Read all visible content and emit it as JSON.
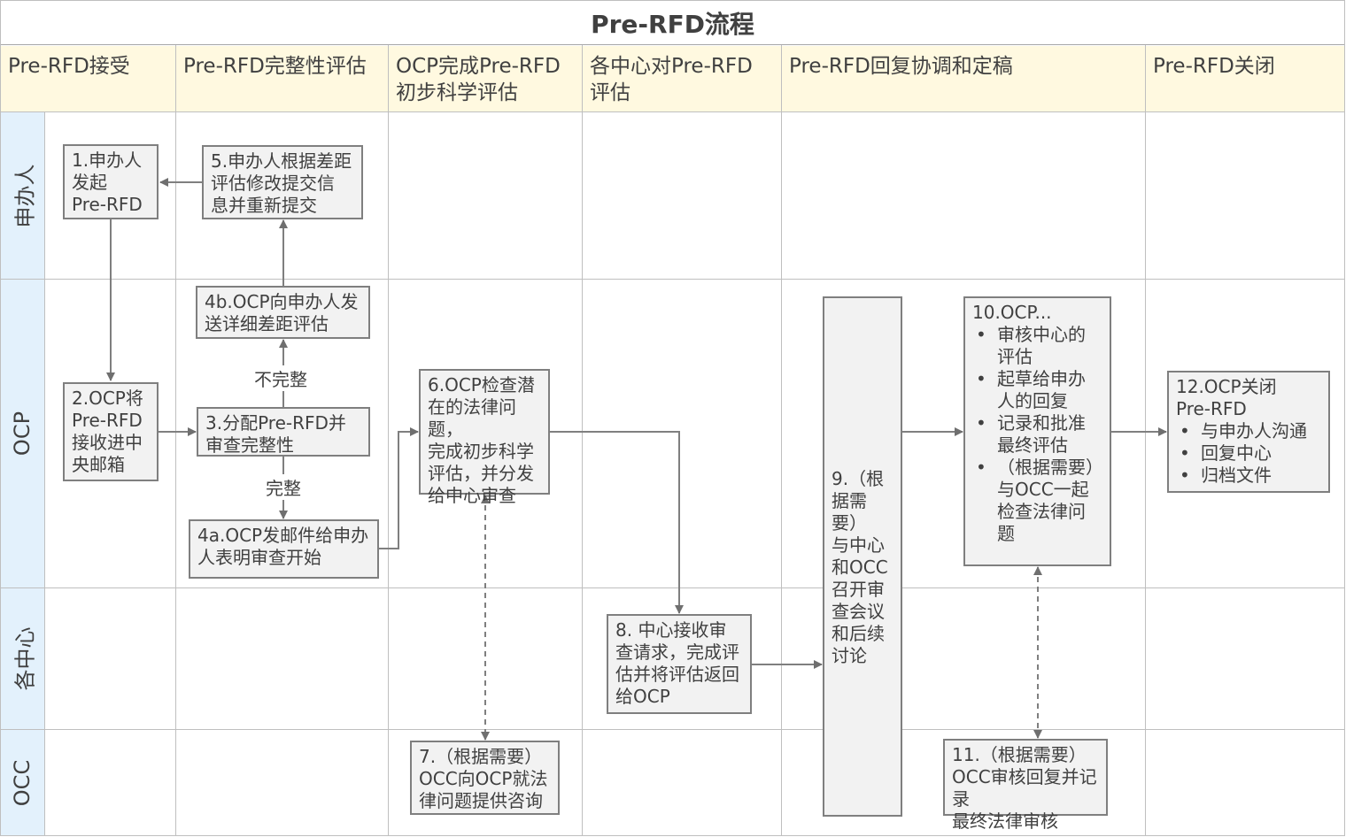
{
  "title": "Pre-RFD流程",
  "phases": [
    "Pre-RFD接受",
    "Pre-RFD完整性评估",
    "OCP完成Pre-RFD\n初步科学评估",
    "各中心对Pre-RFD\n评估",
    "Pre-RFD回复协调和定稿",
    "Pre-RFD关闭"
  ],
  "lanes": [
    "申办人",
    "OCP",
    "各中心",
    "OCC"
  ],
  "steps": {
    "s1": "1.申办人\n发起\nPre-RFD",
    "s2": "2.OCP将\nPre-RFD\n接收进中\n央邮箱",
    "s3": "3.分配Pre-RFD并\n审查完整性",
    "s4a": "4a.OCP发邮件给申办\n人表明审查开始",
    "s4b": "4b.OCP向申办人发\n送详细差距评估",
    "s5": "5.申办人根据差距\n评估修改提交信\n息并重新提交",
    "s6": "6.OCP检查潜\n在的法律问题，\n完成初步科学\n评估，并分发\n给中心审查",
    "s7": "7.（根据需要）\nOCC向OCP就法\n律问题提供咨询",
    "s8": "8. 中心接收审\n查请求，完成评\n估并将评估返回\n给OCP",
    "s9": "9.（根\n据需要）\n与中心\n和OCC\n召开审\n查会议\n和后续\n讨论",
    "s10_title": "10.OCP...",
    "s10_items": [
      "审核中心的\n评估",
      "起草给申办\n人的回复",
      "记录和批准\n最终评估",
      "（根据需要）\n与OCC一起\n检查法律问\n题"
    ],
    "s11": "11.（根据需要）\nOCC审核回复并记录\n最终法律审核",
    "s12_title": "12.OCP关闭\nPre-RFD",
    "s12_items": [
      "与申办人沟通",
      "回复中心",
      "归档文件"
    ]
  },
  "edge_labels": {
    "incomplete": "不完整",
    "complete": "完整"
  }
}
